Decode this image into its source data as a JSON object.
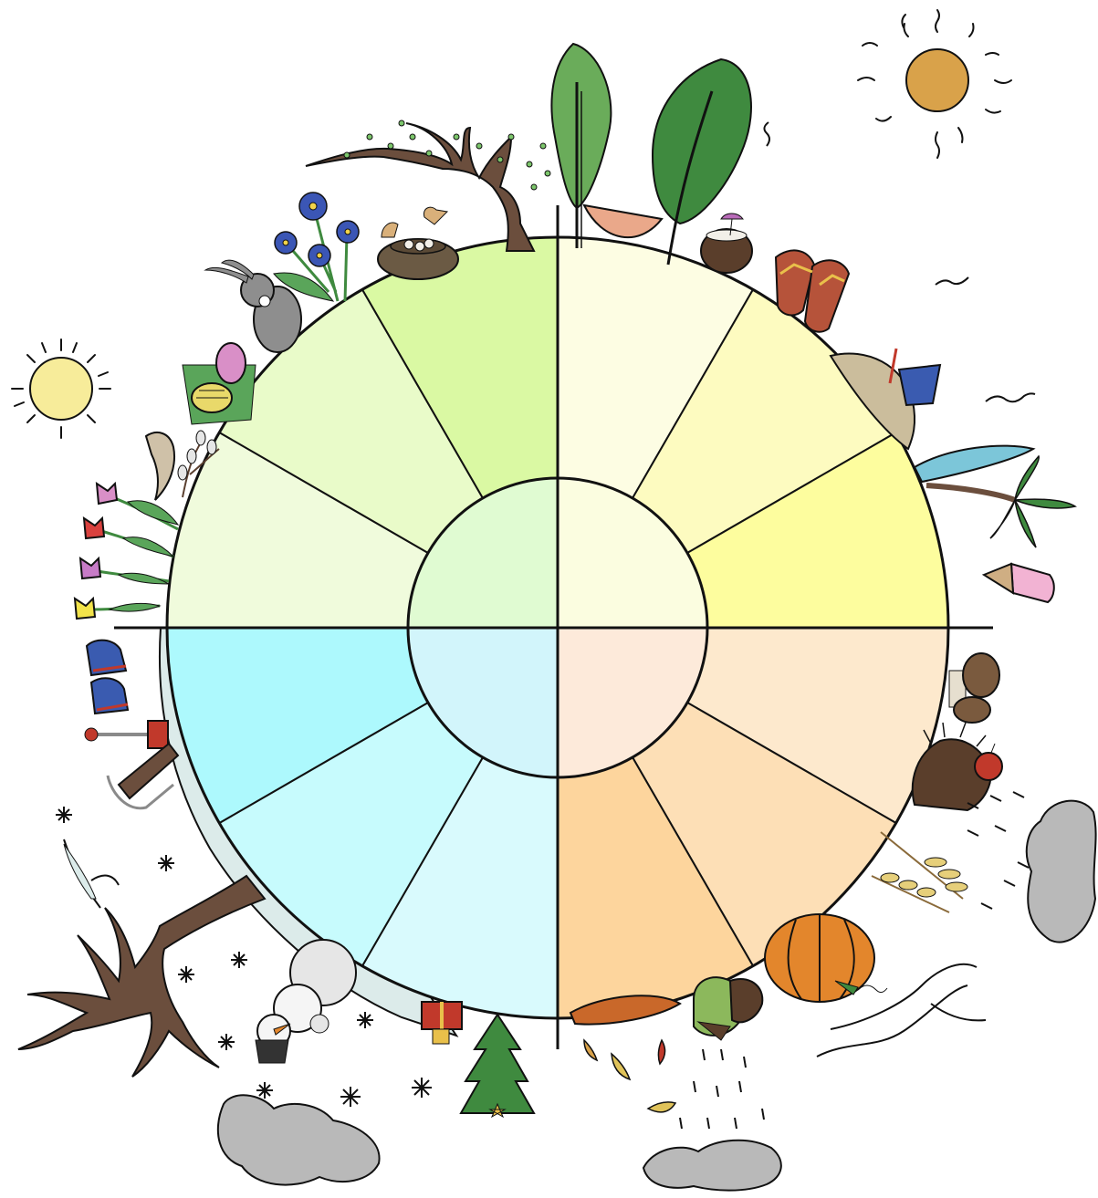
{
  "diagram": {
    "type": "seasonal-wheel",
    "text_labels": [],
    "quadrants": [
      {
        "season": "spring",
        "center_fill": "#e0fbd2",
        "month_fills": [
          "#f0fbdc",
          "#e9fbc9",
          "#daf9a3"
        ],
        "decor": [
          "tulip-icon",
          "bird-icon",
          "pussy-willow-icon",
          "easter-eggs-icon",
          "rabbit-icon",
          "flowers-icon",
          "bird-nest-icon",
          "budding-tree-icon",
          "sun-icon"
        ]
      },
      {
        "season": "summer",
        "center_fill": "#fbfde0",
        "month_fills": [
          "#fdfde3",
          "#fdfbc0",
          "#fdfd9e"
        ],
        "decor": [
          "tree-icon",
          "hammock-icon",
          "coconut-drink-icon",
          "flip-flops-icon",
          "sand-bucket-icon",
          "surfboard-icon",
          "palm-icon",
          "ice-cream-icon",
          "sun-icon"
        ]
      },
      {
        "season": "autumn",
        "center_fill": "#fdeada",
        "month_fills": [
          "#fde9cd",
          "#fddfb6",
          "#fdd59d"
        ],
        "decor": [
          "mushroom-icon",
          "hedgehog-icon",
          "apple-icon",
          "wheat-icon",
          "pumpkin-icon",
          "acorn-icon",
          "leaves-icon",
          "rain-cloud-icon",
          "wind-icon"
        ]
      },
      {
        "season": "winter",
        "center_fill": "#d2f5fb",
        "month_fills": [
          "#adf9fd",
          "#c7fbfd",
          "#d9fafd"
        ],
        "decor": [
          "mittens-icon",
          "snow-shovel-icon",
          "sled-icon",
          "bare-tree-icon",
          "snowman-icon",
          "gift-icon",
          "christmas-tree-icon",
          "snowflake-icon",
          "snow-cloud-icon"
        ]
      }
    ],
    "colors": {
      "stroke": "#111111",
      "trunk": "#6b4e3d",
      "leaf_dark": "#3f8a3f",
      "sun_spring": "#f7ec9a",
      "sun_summer": "#d9a24a",
      "cloud": "#b9b9b9",
      "pumpkin": "#e3862c",
      "snow": "#dcebea"
    }
  }
}
